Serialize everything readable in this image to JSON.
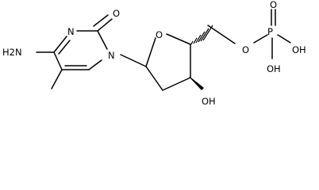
{
  "molecule": {
    "atoms": {
      "amine_nh2": "H2N",
      "ring_n3": "N",
      "ring_n1": "N",
      "carbonyl_o": "O",
      "ring_o": "O",
      "ester_o": "O",
      "phosphorus": "P",
      "phosphoryl_o": "O",
      "p_oh_right": "OH",
      "p_oh_lower": "OH",
      "hydroxyl_3p": "OH"
    }
  }
}
